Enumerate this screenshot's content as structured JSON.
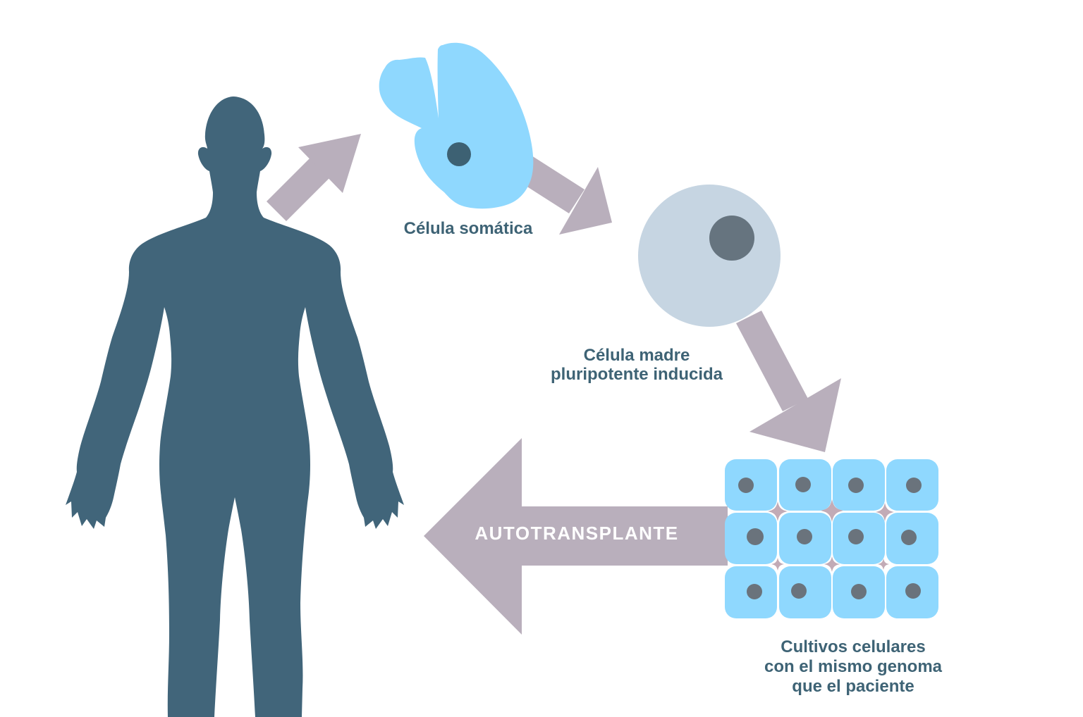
{
  "diagram": {
    "subject": "induced-pluripotent-stem-cell-autotransplant-cycle",
    "labels": {
      "somatic_cell": "Célula somática",
      "stem_cell": [
        "Célula madre",
        "pluripotente inducida"
      ],
      "autotransplant": "AUTOTRANSPLANTE",
      "cell_culture": [
        "Cultivos celulares",
        "con el mismo genoma",
        "que el paciente"
      ]
    },
    "colors": {
      "background": "#ffffff",
      "body_silhouette": "#41657a",
      "arrow_gray": "#b9afbc",
      "cell_blue": "#8fd8fe",
      "somatic_nucleus": "#3d6173",
      "stem_cell_fill": "#c6d5e2",
      "stem_cell_nucleus": "#66747f",
      "culture_nucleus": "#6a737c",
      "sparkle_pink": "#c2abb6",
      "label_text": "#3e6375",
      "arrow_label_text": "#ffffff"
    }
  }
}
